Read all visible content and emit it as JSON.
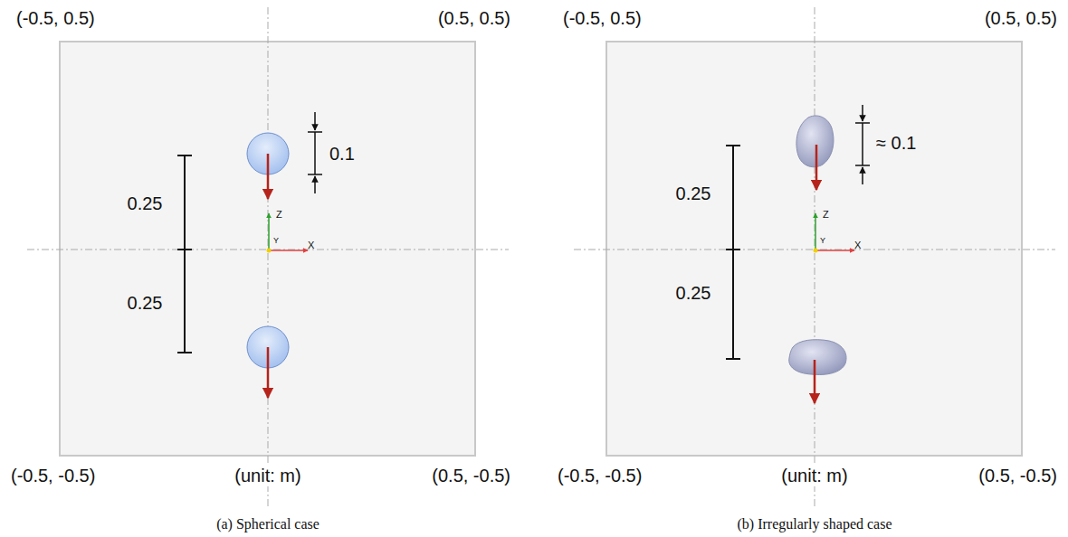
{
  "diagram": {
    "labels": [
      "(-0.5, 0.5)",
      "(0.5, 0.5)",
      "0.1",
      "0.25",
      "Z",
      "Y",
      "X",
      "0.25",
      "(-0.5, -0.5)",
      "(unit: m)",
      "(0.5, -0.5)",
      "(a) Spherical case",
      "(-0.5, 0.5)",
      "(0.5, 0.5)",
      "≈ 0.1",
      "0.25",
      "Z",
      "Y",
      "X",
      "0.25",
      "(-0.5, -0.5)",
      "(unit: m)",
      "(0.5, -0.5)",
      "(b) Irregularly shaped case"
    ]
  }
}
